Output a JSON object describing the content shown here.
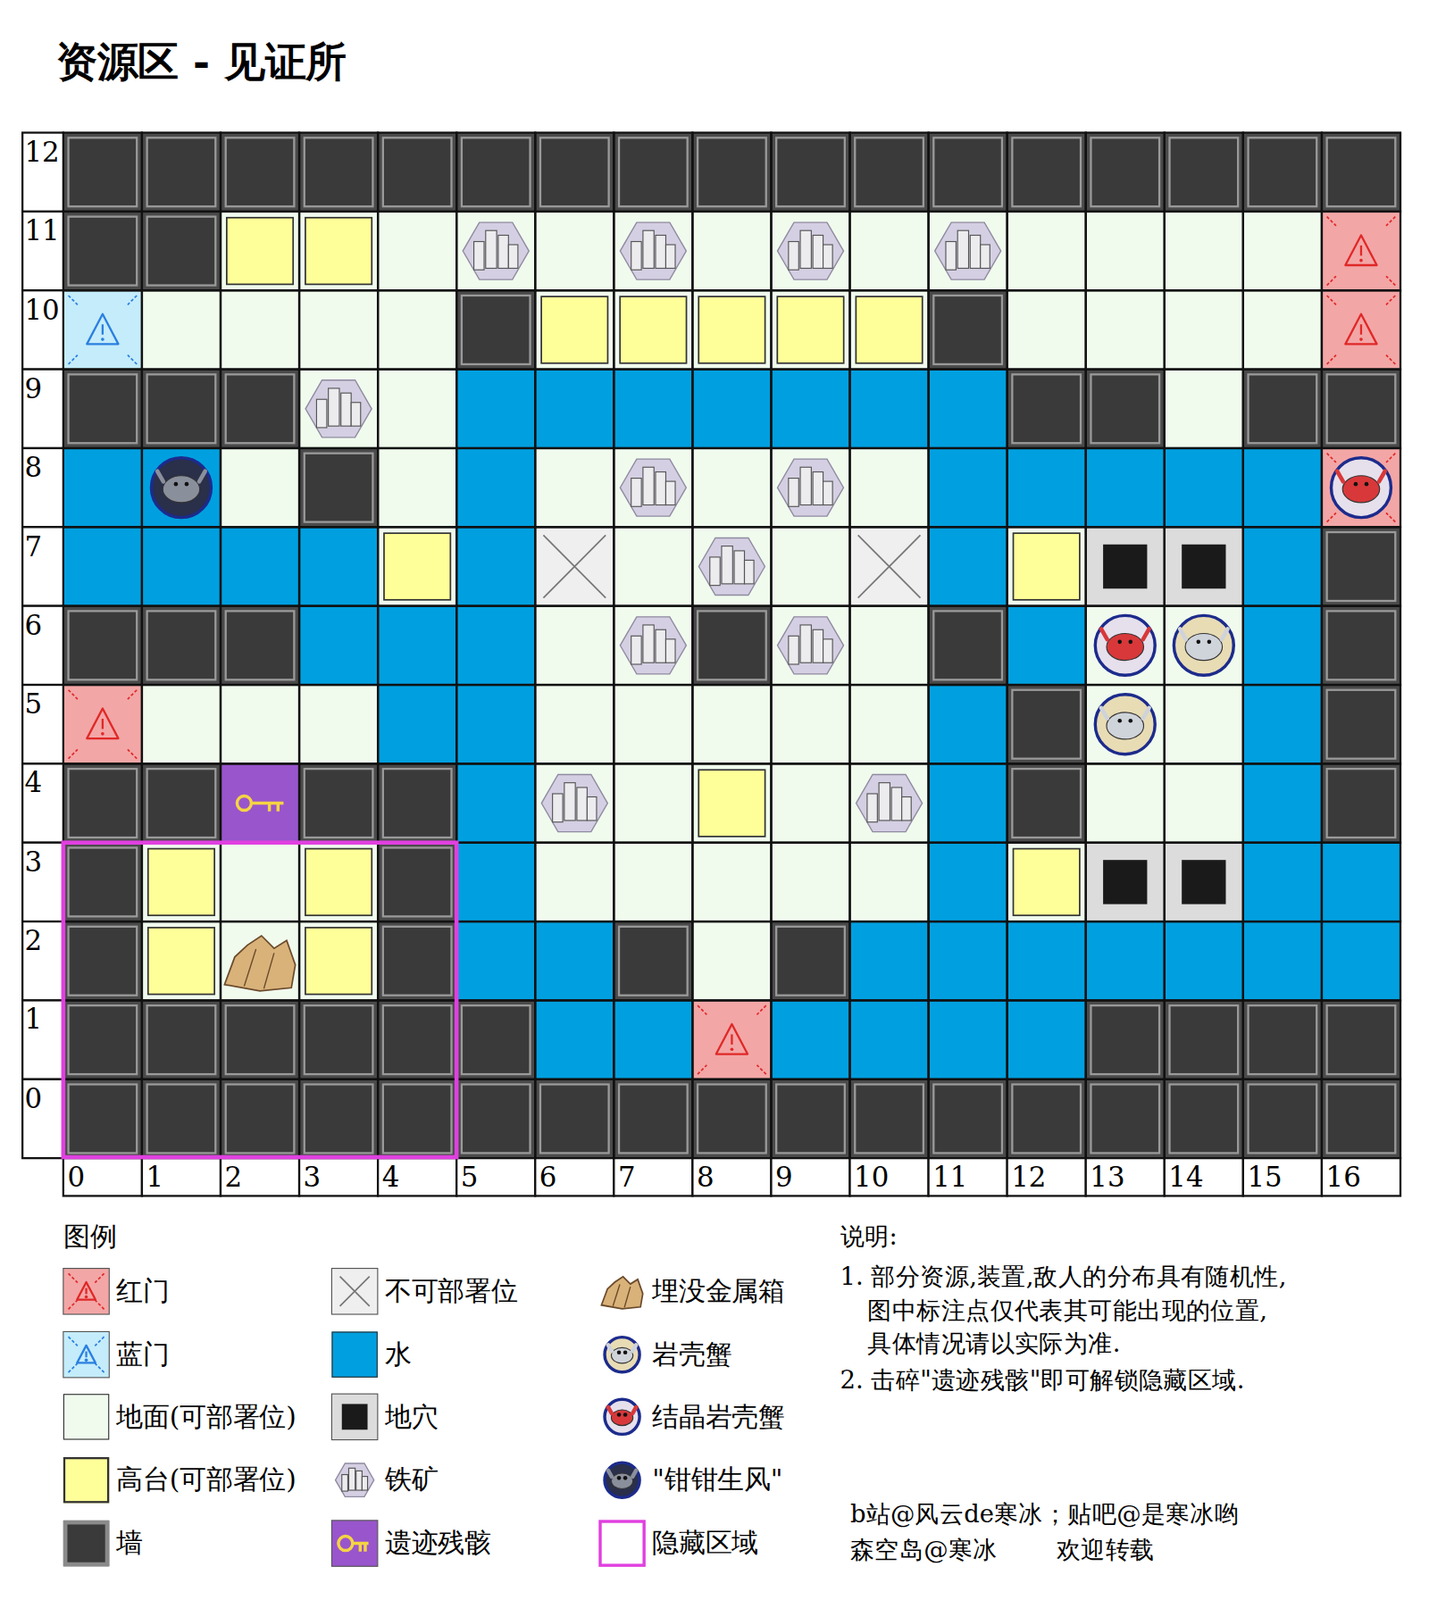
{
  "diagram": {
    "title": "资源区 - 见证所",
    "labels": [
      "12",
      "11",
      "10",
      "9",
      "8",
      "7",
      "6",
      "5",
      "4",
      "3",
      "2",
      "1",
      "0",
      "0",
      "1",
      "2",
      "3",
      "4",
      "5",
      "6",
      "7",
      "8",
      "9",
      "10",
      "11",
      "12",
      "13",
      "14",
      "15",
      "16",
      "图例",
      "说明:",
      "1. 部分资源,装置,敌人的分布具有随机性, 图中标注点仅代表其可能出现的位置, 具体情况请以实际为准.",
      "2. 击碎\"遗迹残骸\"即可解锁隐藏区域.",
      "b站@风云de寒冰；贴吧@是寒冰哟",
      "森空岛@寒冰",
      "欢迎转载"
    ],
    "legend": [
      {
        "text": "红门"
      },
      {
        "text": "蓝门"
      },
      {
        "text": "地面(可部署位)",
        "color": "#f0fbee"
      },
      {
        "text": "高台(可部署位)",
        "color": "#ffff99"
      },
      {
        "text": "墙",
        "color": "#3a3a3a"
      },
      {
        "text": "不可部署位"
      },
      {
        "text": "水",
        "color": "#00a0e0"
      },
      {
        "text": "地穴"
      },
      {
        "text": "铁矿"
      },
      {
        "text": "遗迹残骸"
      },
      {
        "text": "埋没金属箱"
      },
      {
        "text": "岩壳蟹"
      },
      {
        "text": "结晶岩壳蟹"
      },
      {
        "text": "\"钳钳生风\""
      },
      {
        "text": "隐藏区域"
      }
    ]
  }
}
